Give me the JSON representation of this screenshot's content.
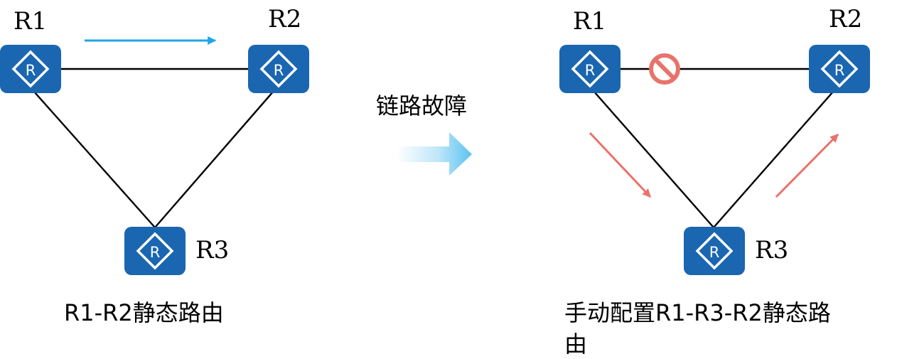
{
  "left": {
    "routers": {
      "r1": "R1",
      "r2": "R2",
      "r3": "R3"
    },
    "caption": "R1-R2静态路由"
  },
  "middle": {
    "label": "链路故障"
  },
  "right": {
    "routers": {
      "r1": "R1",
      "r2": "R2",
      "r3": "R3"
    },
    "caption_line1": "手动配置R1-R3-R2静态路",
    "caption_line2": "由"
  },
  "colors": {
    "router": "#1a66b0",
    "blue_arrow": "#1ca6e6",
    "red_arrow": "#e8736a",
    "fault_icon": "#e8736a"
  },
  "icons": {
    "router": "router-icon",
    "fault": "no-entry-icon",
    "transition": "right-arrow-icon"
  }
}
